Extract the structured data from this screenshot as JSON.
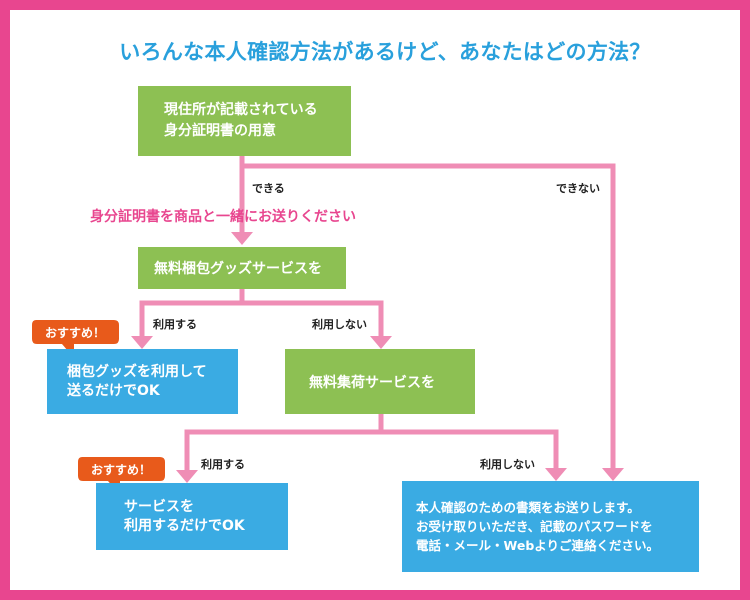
{
  "title": "いろんな本人確認方法があるけど、あなたはどの方法？",
  "nodes": {
    "start": {
      "line1": "現住所が記載されている",
      "line2": "身分証明書の用意"
    },
    "service1": "無料梱包グッズサービスを",
    "result1": {
      "line1": "梱包グッズを利用して",
      "line2": "送るだけでOK"
    },
    "service2": "無料集荷サービスを",
    "result2": {
      "line1": "サービスを",
      "line2": "利用するだけでOK"
    },
    "result3": {
      "line1": "本人確認のための書類をお送りします。",
      "line2": "お受け取りいただき、記載のパスワードを",
      "line3": "電話・メール・Webよりご連絡ください。"
    }
  },
  "labels": {
    "can": "できる",
    "cannot": "できない",
    "send_id": "身分証明書を商品と一緒にお送りください",
    "use1": "利用する",
    "not_use1": "利用しない",
    "use2": "利用する",
    "not_use2": "利用しない"
  },
  "badges": {
    "recommend1": "おすすめ！",
    "recommend2": "おすすめ！"
  },
  "colors": {
    "frame": "#e8468f",
    "title": "#29a0dc",
    "green_box": "#8dc053",
    "blue_box": "#3aabe3",
    "arrow": "#ef8db5",
    "badge": "#e85a1b",
    "highlight_text": "#e8468f"
  }
}
